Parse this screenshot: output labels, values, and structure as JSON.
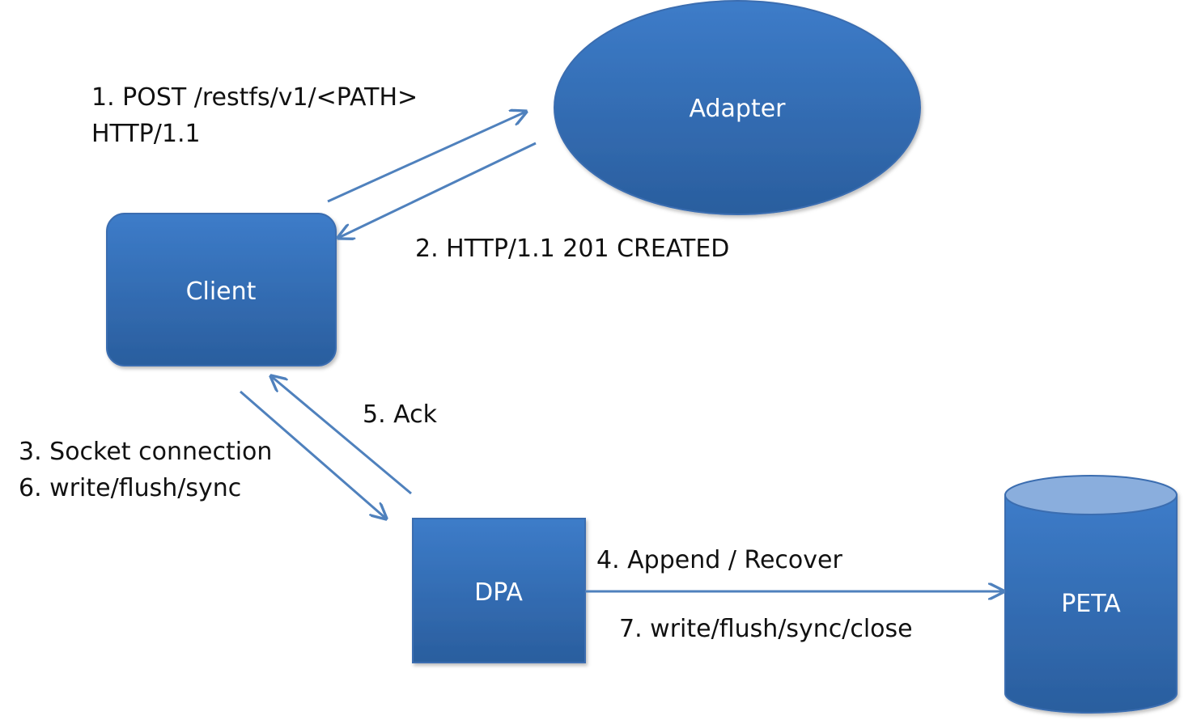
{
  "colors": {
    "node_top": "#3d7cc9",
    "node_bottom": "#2a5e9e",
    "node_stroke": "#3a6db0",
    "cylinder_top": "#8aaedd",
    "arrow": "#4f81bd",
    "text": "#111111",
    "node_text": "#ffffff"
  },
  "nodes": {
    "adapter": {
      "label": "Adapter",
      "shape": "ellipse"
    },
    "client": {
      "label": "Client",
      "shape": "rounded-rectangle"
    },
    "dpa": {
      "label": "DPA",
      "shape": "rectangle"
    },
    "peta": {
      "label": "PETA",
      "shape": "cylinder"
    }
  },
  "edges": {
    "step1": {
      "line1": "1. POST /restfs/v1/<PATH>",
      "line2": "HTTP/1.1",
      "from": "client",
      "to": "adapter"
    },
    "step2": {
      "line1": "2. HTTP/1.1 201 CREATED",
      "from": "adapter",
      "to": "client"
    },
    "step3_6": {
      "line1": "3. Socket connection",
      "line2": "6. write/flush/sync",
      "from": "client",
      "to": "dpa"
    },
    "step5": {
      "line1": "5. Ack",
      "from": "dpa",
      "to": "client"
    },
    "step4_7": {
      "line1": "4. Append / Recover",
      "line2": "7. write/flush/sync/close",
      "from": "dpa",
      "to": "peta"
    }
  }
}
